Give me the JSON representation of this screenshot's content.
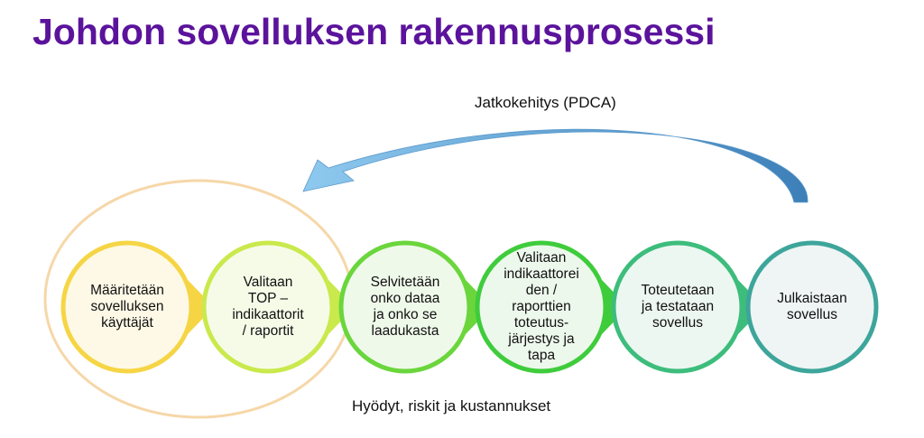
{
  "title": "Johdon sovelluksen rakennusprosessi",
  "loop_label": "Jatkokehitys (PDCA)",
  "bottom_label": "Hyödyt, riskit ja kustannukset",
  "steps": [
    {
      "text": "Määritetään\nsovelluksen\nkäyttäjät",
      "stroke": "#f6d545",
      "fill": "#fdf9e6"
    },
    {
      "text": "Valitaan\nTOP –\nindikaattorit\n/ raportit",
      "stroke": "#c9e94c",
      "fill": "#f6fbe8"
    },
    {
      "text": "Selvitetään\nonko dataa\nja onko se\nlaadukasta",
      "stroke": "#6ad63c",
      "fill": "#eff9ea"
    },
    {
      "text": "Valitaan\nindikaattorei\nden /\nraporttien\ntoteutus-\njärjestys ja\ntapa",
      "stroke": "#3fcc3c",
      "fill": "#edf8ec"
    },
    {
      "text": "Toteutetaan\nja testataan\nsovellus",
      "stroke": "#3dbd7c",
      "fill": "#edf7f1"
    },
    {
      "text": "Julkaistaan\nsovellus",
      "stroke": "#3ea59b",
      "fill": "#eef5f4"
    }
  ],
  "colors": {
    "ellipse": "#f6d7a8",
    "arrow": "#4f9ad0"
  }
}
